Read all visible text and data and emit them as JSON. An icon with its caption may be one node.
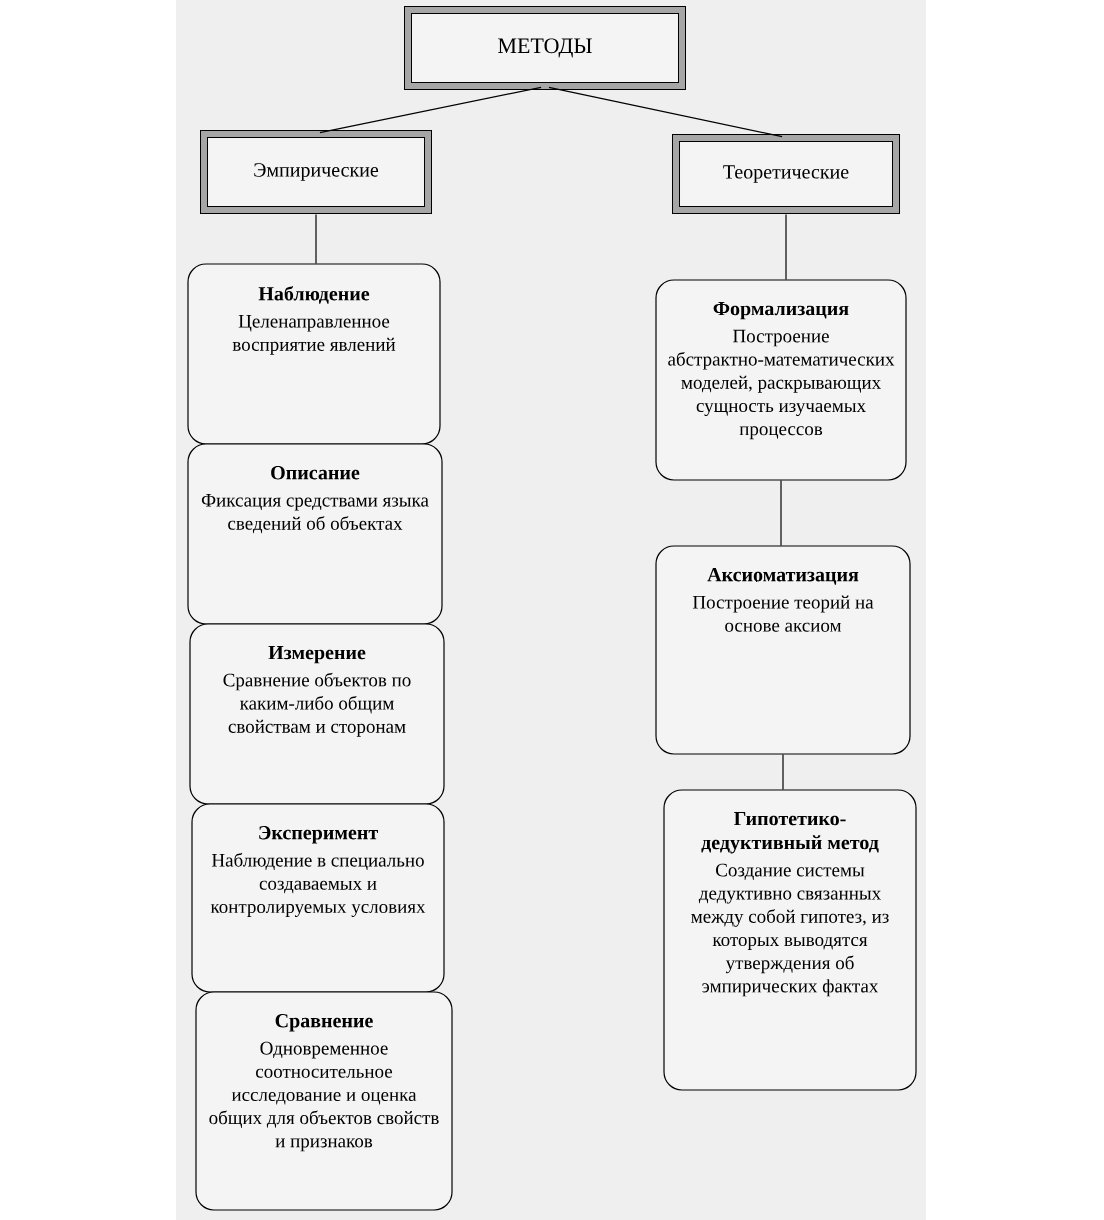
{
  "diagram": {
    "nodes": [
      {
        "text": [
          "МЕТОДЫ"
        ]
      },
      {
        "text": [
          "Эмпирические"
        ]
      },
      {
        "text": [
          "Теоретические"
        ]
      },
      {
        "text": [
          "Наблюдение",
          "Целенаправленное восприятие явлений"
        ]
      },
      {
        "text": [
          "Описание",
          "Фиксация средствами языка сведений об объектах"
        ]
      },
      {
        "text": [
          "Измерение",
          "Сравнение объектов по каким-либо общим свойствам и сторонам"
        ]
      },
      {
        "text": [
          "Эксперимент",
          "Наблюдение в специально создаваемых и контролируемых условиях"
        ]
      },
      {
        "text": [
          "Сравнение",
          "Одновременное соотносительное исследование и оценка общих для объектов свойств и признаков"
        ]
      },
      {
        "text": [
          "Формализация",
          "Построение абстрактно-математических моделей, раскрывающих сущность изучаемых процессов"
        ]
      },
      {
        "text": [
          "Аксиоматизация",
          "Построение теорий на основе аксиом"
        ]
      },
      {
        "text": [
          "Гипотетико-дедуктивный метод",
          "Создание системы дедуктивно связанных между собой гипотез, из которых выводятся утверждения об эмпирических фактах"
        ]
      }
    ],
    "edges": [
      {
        "from": 0,
        "to": 1,
        "arrow": "none"
      },
      {
        "from": 0,
        "to": 2,
        "arrow": "none"
      },
      {
        "from": 1,
        "to": 3,
        "arrow": "none"
      },
      {
        "from": 2,
        "to": 8,
        "arrow": "none"
      },
      {
        "from": 8,
        "to": 9,
        "arrow": "none"
      },
      {
        "from": 9,
        "to": 10,
        "arrow": "none"
      }
    ]
  }
}
